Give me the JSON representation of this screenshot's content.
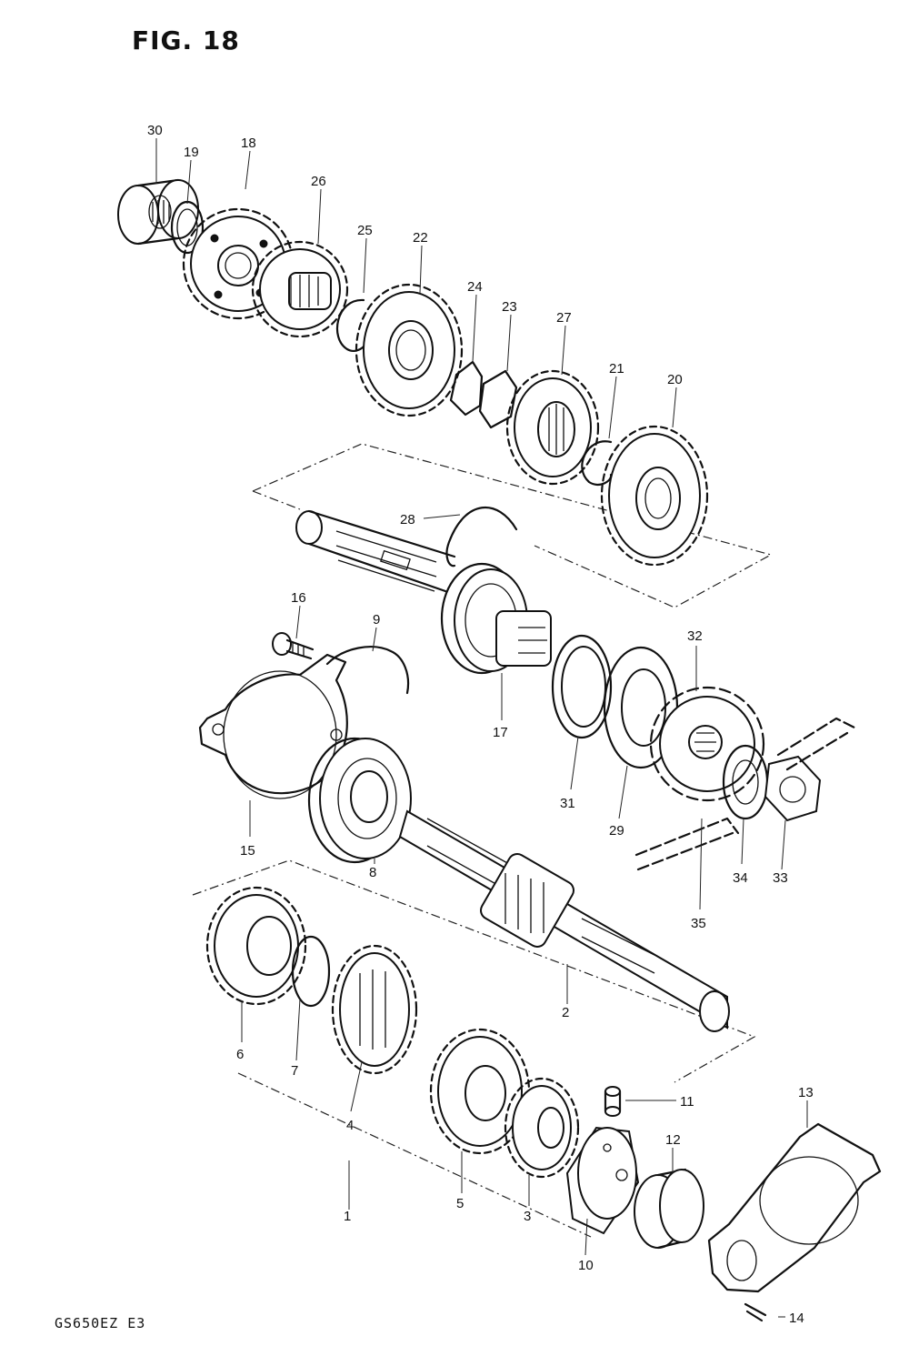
{
  "figure": {
    "title": "FIG. 18",
    "model_code": "GS650EZ E3"
  },
  "callouts": {
    "p1": "1",
    "p2": "2",
    "p3": "3",
    "p4": "4",
    "p5": "5",
    "p6": "6",
    "p7": "7",
    "p8": "8",
    "p9": "9",
    "p10": "10",
    "p11": "11",
    "p12": "12",
    "p13": "13",
    "p14": "14",
    "p15": "15",
    "p16": "16",
    "p17": "17",
    "p18": "18",
    "p19": "19",
    "p20": "20",
    "p21": "21",
    "p22": "22",
    "p23": "23",
    "p24": "24",
    "p25": "25",
    "p26": "26",
    "p27": "27",
    "p28": "28",
    "p29": "29",
    "p30": "30",
    "p31": "31",
    "p32": "32",
    "p33": "33",
    "p34": "34",
    "p35": "35"
  }
}
